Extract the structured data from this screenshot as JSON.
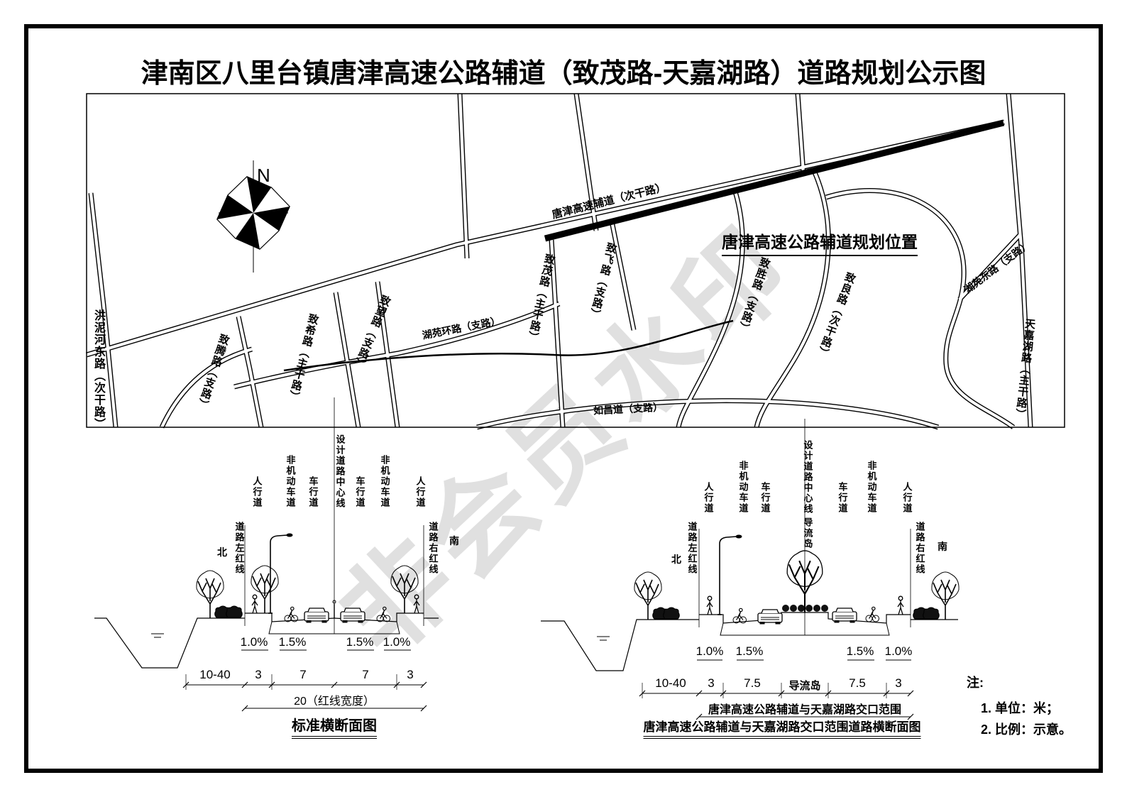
{
  "header": {
    "title": "津南区八里台镇唐津高速公路辅道（致茂路-天嘉湖路）道路规划公示图"
  },
  "map": {
    "north": "N",
    "annotation": "唐津高速公路辅道规划位置",
    "watermark": "非会员水印",
    "road_labels": {
      "tangjin_service": "唐津高速辅道（次干路）",
      "hongnihe_east": "洪泥河东路（次干路）",
      "zhiteng": "致腾路（支路）",
      "zhixi": "致希路（主干路）",
      "zhiwang": "致望路（支路）",
      "huyuan_ring": "湖苑环路（支路）",
      "zhimao": "致茂路（主干路）",
      "zhifei": "致飞路（支路）",
      "zhisheng": "致胜路（支路）",
      "zhiliang": "致良路（次干路）",
      "huyuan_east": "湖苑东路（支路）",
      "tianjiahu": "天嘉湖路（主干路）",
      "ruchang": "如昌道（支路）"
    }
  },
  "section1": {
    "lane_labels": [
      "人行道",
      "非机动车道",
      "车行道",
      "设计道路中心线",
      "车行道",
      "非机动车道",
      "人行道"
    ],
    "red_line_left": "道路左红线",
    "red_line_right": "道路右红线",
    "north": "北",
    "south": "南",
    "slopes": [
      "1.0%",
      "1.5%",
      "1.5%",
      "1.0%"
    ],
    "dims": [
      "10-40",
      "3",
      "7",
      "7",
      "3"
    ],
    "total_width": "20（红线宽度）",
    "title": "标准横断面图"
  },
  "section2": {
    "lane_labels": [
      "人行道",
      "非机动车道",
      "车行道",
      "设计道路中心线",
      "导流岛",
      "车行道",
      "非机动车道",
      "人行道"
    ],
    "red_line_left": "道路左红线",
    "red_line_right": "道路右红线",
    "north": "北",
    "south": "南",
    "slopes": [
      "1.0%",
      "1.5%",
      "1.5%",
      "1.0%"
    ],
    "dims": [
      "10-40",
      "3",
      "7.5",
      "导流岛",
      "7.5",
      "3"
    ],
    "range_label": "唐津高速公路辅道与天嘉湖路交口范围",
    "title": "唐津高速公路辅道与天嘉湖路交口范围道路横断面图"
  },
  "notes": {
    "heading": "注:",
    "items": [
      "1. 单位：米；",
      "2. 比例：示意。"
    ]
  }
}
